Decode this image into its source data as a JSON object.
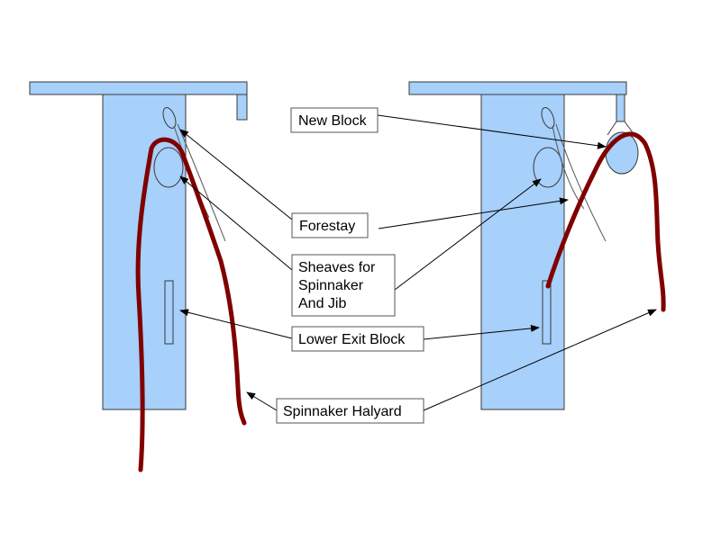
{
  "labels": {
    "new_block": "New Block",
    "forestay": "Forestay",
    "sheaves_line1": "Sheaves for",
    "sheaves_line2": "Spinnaker",
    "sheaves_line3": "And Jib",
    "lower_exit_block": "Lower Exit Block",
    "spinnaker_halyard": "Spinnaker Halyard"
  },
  "colors": {
    "mast_fill": "#a7d0fb",
    "outline": "#3a3a3a",
    "halyard": "#800000",
    "box_border": "#555555",
    "arrow": "#000000",
    "stay_line": "#555555"
  }
}
